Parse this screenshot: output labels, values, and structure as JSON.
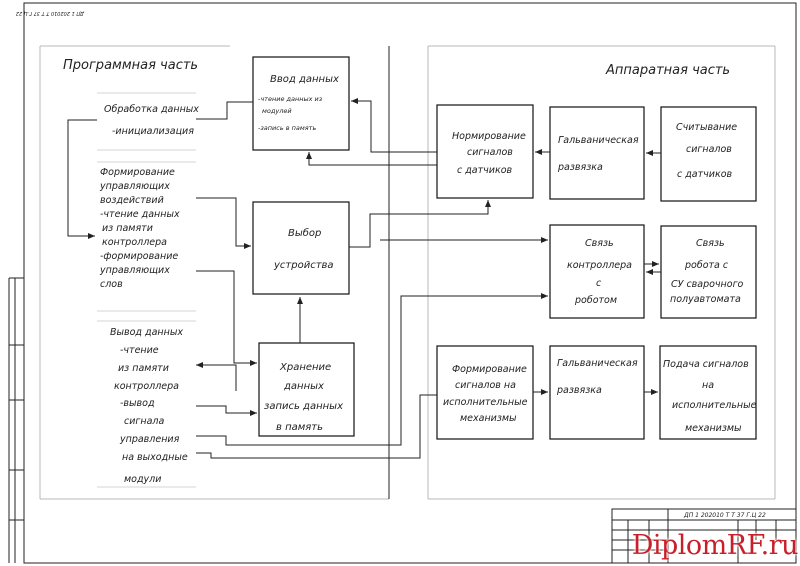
{
  "corner_code": "ДП 1 202010 Т Т 37 Г.Ц 22",
  "watermark": "DiplomRF.ru",
  "sections": {
    "software": "Программная часть",
    "hardware": "Аппаратная часть"
  },
  "software_items": [
    {
      "lines": [
        "Обработка данных",
        "-инициализация"
      ]
    },
    {
      "lines": [
        "Формирование",
        "управляющих",
        "воздействий",
        "-чтение данных",
        "из памяти",
        "контроллера",
        "-формирование",
        "управляющих",
        "слов"
      ]
    },
    {
      "lines": [
        "Вывод данных",
        "-чтение",
        "из памяти",
        "контроллера",
        "-вывод",
        "сигнала",
        "управления",
        "на выходные",
        "модули"
      ]
    }
  ],
  "software_boxes": {
    "input": {
      "lines": [
        "Ввод данных",
        "-чтение данных из",
        "модулей",
        "-запись в память"
      ]
    },
    "select": {
      "lines": [
        "Выбор",
        "устройства"
      ]
    },
    "storage": {
      "lines": [
        "Хранение",
        "данных",
        "запись данных",
        "в память"
      ]
    }
  },
  "hardware_rows": [
    [
      {
        "lines": [
          "Нормирование",
          "сигналов",
          "с датчиков"
        ]
      },
      {
        "lines": [
          "Гальваническая",
          "развязка"
        ]
      },
      {
        "lines": [
          "Считывание",
          "сигналов",
          "с датчиков"
        ]
      }
    ],
    [
      {
        "lines": [
          "Связь",
          "контроллера",
          "с",
          "роботом"
        ]
      },
      {
        "lines": [
          "Связь",
          "робота с",
          "СУ сварочного",
          "полуавтомата"
        ]
      }
    ],
    [
      {
        "lines": [
          "Формирование",
          "сигналов на",
          "исполнительные",
          "механизмы"
        ]
      },
      {
        "lines": [
          "Гальваническая",
          "развязка"
        ]
      },
      {
        "lines": [
          "Подача сигналов",
          "на",
          "исполнительные",
          "механизмы"
        ]
      }
    ]
  ],
  "title_block": {
    "code": "ДП 1 202010 Т Т 37 Г.Ц 22"
  }
}
